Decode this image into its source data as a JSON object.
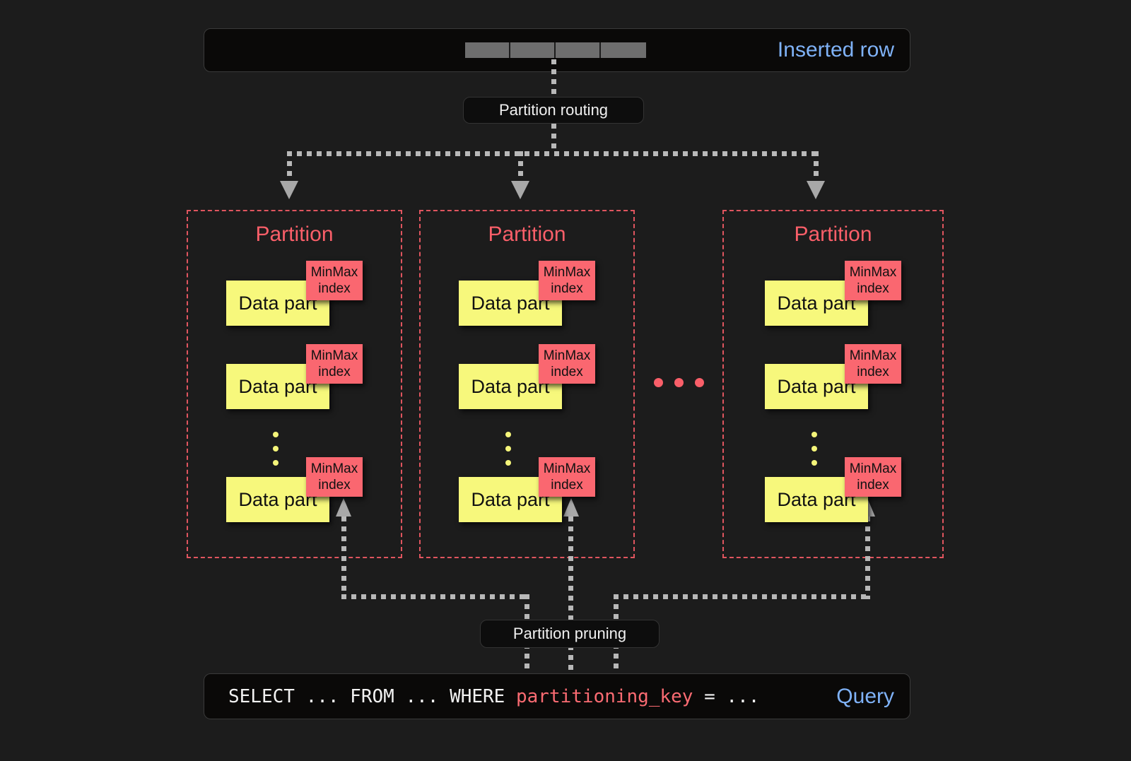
{
  "diagram": {
    "title": "ClickHouse partitioning: insert routing and partition pruning",
    "background_color": "#1c1c1c",
    "accent_red": "#fa5f69",
    "accent_yellow": "#f7f87c",
    "accent_blue": "#7fb2f7",
    "connector_gray": "#b8b8b8"
  },
  "top_banner": {
    "label": "Inserted row",
    "cells": [
      "",
      "",
      "",
      ""
    ],
    "cell_count": 4
  },
  "routing_box": {
    "label": "Partition routing"
  },
  "partitions": [
    {
      "title": "Partition",
      "parts": [
        {
          "data_label": "Data part",
          "index_label": "MinMax\nindex",
          "index_line1": "MinMax",
          "index_line2": "index"
        },
        {
          "data_label": "Data part",
          "index_label": "MinMax\nindex",
          "index_line1": "MinMax",
          "index_line2": "index"
        },
        {
          "data_label": "Data part",
          "index_label": "MinMax\nindex",
          "index_line1": "MinMax",
          "index_line2": "index"
        }
      ],
      "ellipsis": "⋮"
    },
    {
      "title": "Partition",
      "parts": [
        {
          "data_label": "Data part",
          "index_label": "MinMax\nindex",
          "index_line1": "MinMax",
          "index_line2": "index"
        },
        {
          "data_label": "Data part",
          "index_label": "MinMax\nindex",
          "index_line1": "MinMax",
          "index_line2": "index"
        },
        {
          "data_label": "Data part",
          "index_label": "MinMax\nindex",
          "index_line1": "MinMax",
          "index_line2": "index"
        }
      ],
      "ellipsis": "⋮"
    },
    {
      "title": "Partition",
      "parts": [
        {
          "data_label": "Data part",
          "index_label": "MinMax\nindex",
          "index_line1": "MinMax",
          "index_line2": "index"
        },
        {
          "data_label": "Data part",
          "index_label": "MinMax\nindex",
          "index_line1": "MinMax",
          "index_line2": "index"
        },
        {
          "data_label": "Data part",
          "index_label": "MinMax\nindex",
          "index_line1": "MinMax",
          "index_line2": "index"
        }
      ],
      "ellipsis": "⋮"
    }
  ],
  "partition_ellipsis": "···",
  "pruning_box": {
    "label": "Partition pruning"
  },
  "bottom_banner": {
    "label": "Query",
    "sql_prefix": "SELECT ... FROM ... WHERE ",
    "sql_key": "partitioning_key",
    "sql_suffix": " = ..."
  }
}
